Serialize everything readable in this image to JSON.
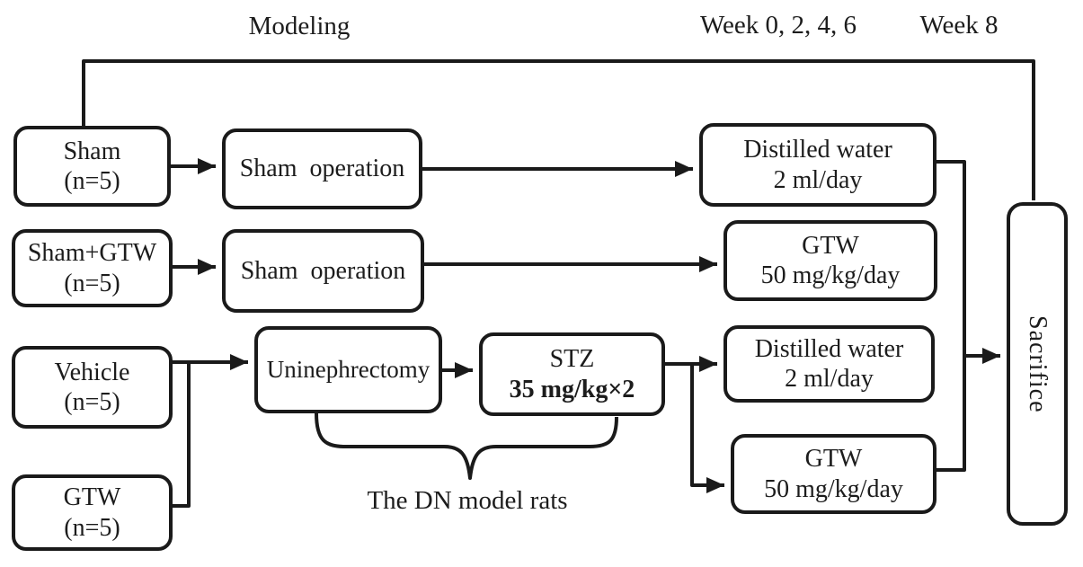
{
  "timeline": {
    "modeling_label": "Modeling",
    "dosing_weeks_label": "Week 0, 2, 4, 6",
    "endpoint_week_label": "Week 8"
  },
  "groups": [
    {
      "name": "Sham",
      "size": "(n=5)"
    },
    {
      "name": "Sham+GTW",
      "size": "(n=5)"
    },
    {
      "name": "Vehicle",
      "size": "(n=5)"
    },
    {
      "name": "GTW",
      "size": "(n=5)"
    }
  ],
  "procedures": {
    "sham_operation_row1": "Sham  operation",
    "sham_operation_row2": "Sham  operation",
    "uninephrectomy": "Uninephrectomy",
    "stz_line1": "STZ",
    "stz_line2": "35 mg/kg×2"
  },
  "treatments": [
    {
      "line1": "Distilled water",
      "line2": "2 ml/day"
    },
    {
      "line1": "GTW",
      "line2": "50 mg/kg/day"
    },
    {
      "line1": "Distilled water",
      "line2": "2 ml/day"
    },
    {
      "line1": "GTW",
      "line2": "50 mg/kg/day"
    }
  ],
  "endpoint_label": "Sacrifice",
  "annotation": "The DN model rats",
  "colors": {
    "line": "#1a1a1a",
    "text": "#1c1c1c",
    "background": "#ffffff"
  }
}
